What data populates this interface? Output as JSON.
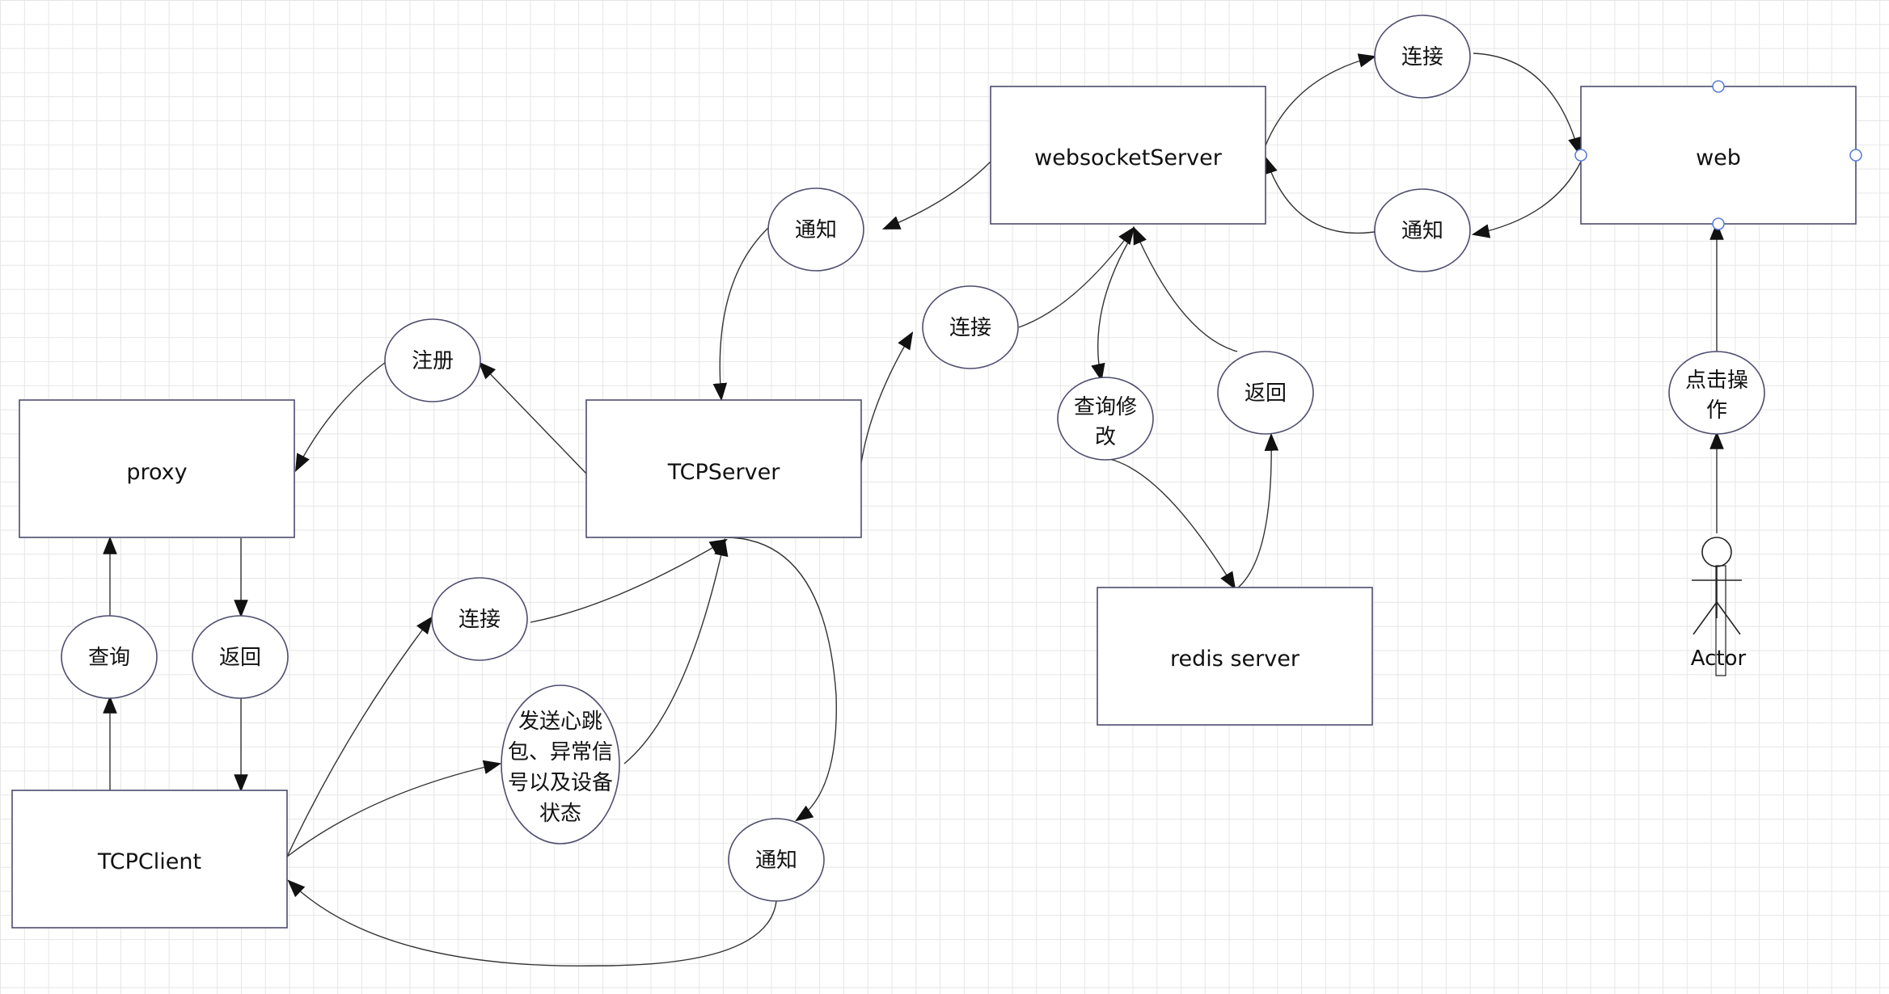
{
  "diagram": {
    "nodes": {
      "proxy": "proxy",
      "tcp_server": "TCPServer",
      "websocket_server": "websocketServer",
      "web": "web",
      "redis_server": "redis server",
      "tcp_client": "TCPClient",
      "actor": "Actor"
    },
    "edge_labels": {
      "register": "注册",
      "notify_ws_to_tcp": "通知",
      "connect_tcp_to_ws": "连接",
      "connect_ws_to_web": "连接",
      "notify_web_to_ws": "通知",
      "query_modify": [
        "查询修",
        "改"
      ],
      "return_redis": "返回",
      "click_operate": [
        "点击操",
        "作"
      ],
      "query_proxy": "查询",
      "return_proxy": "返回",
      "connect_client_to_server": "连接",
      "heartbeat": [
        "发送心跳",
        "包、异常信",
        "号以及设备",
        "状态"
      ],
      "notify_server_to_client": "通知"
    },
    "edges": [
      {
        "from": "tcp_server",
        "to": "proxy",
        "via": "register"
      },
      {
        "from": "websocket_server",
        "to": "tcp_server",
        "via": "notify_ws_to_tcp"
      },
      {
        "from": "tcp_server",
        "to": "websocket_server",
        "via": "connect_tcp_to_ws"
      },
      {
        "from": "websocket_server",
        "to": "web",
        "via": "connect_ws_to_web"
      },
      {
        "from": "web",
        "to": "websocket_server",
        "via": "notify_web_to_ws"
      },
      {
        "from": "websocket_server",
        "to": "redis_server",
        "via": "query_modify"
      },
      {
        "from": "redis_server",
        "to": "websocket_server",
        "via": "return_redis"
      },
      {
        "from": "actor",
        "to": "web",
        "via": "click_operate"
      },
      {
        "from": "tcp_client",
        "to": "proxy",
        "via": "query_proxy"
      },
      {
        "from": "proxy",
        "to": "tcp_client",
        "via": "return_proxy"
      },
      {
        "from": "tcp_client",
        "to": "tcp_server",
        "via": "connect_client_to_server"
      },
      {
        "from": "tcp_client",
        "to": "tcp_server",
        "via": "heartbeat"
      },
      {
        "from": "tcp_server",
        "to": "tcp_client",
        "via": "notify_server_to_client"
      }
    ]
  },
  "colors": {
    "shape_stroke": "#4d4d6e",
    "edge_stroke": "#333333",
    "port_stroke": "#5a7fd6",
    "grid": "#e6e6e6"
  }
}
